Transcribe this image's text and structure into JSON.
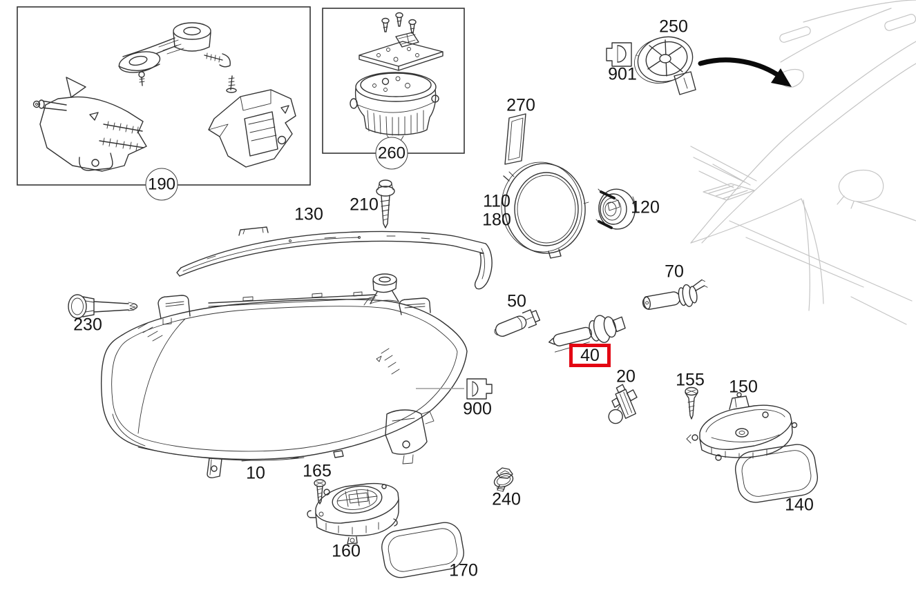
{
  "colors": {
    "background": "#ffffff",
    "line": "#333333",
    "car_line": "#c4c4c4",
    "arrow": "#0a0a0a",
    "label_text": "#141414",
    "highlight": "#e30613"
  },
  "highlighted_part": "40",
  "callouts": [
    {
      "id": "190",
      "label": "190",
      "style": "circled"
    },
    {
      "id": "260",
      "label": "260",
      "style": "circled"
    },
    {
      "id": "250",
      "label": "250",
      "style": "plain"
    },
    {
      "id": "901",
      "label": "901",
      "style": "plain"
    },
    {
      "id": "270",
      "label": "270",
      "style": "plain"
    },
    {
      "id": "110",
      "label": "110",
      "style": "plain"
    },
    {
      "id": "180",
      "label": "180",
      "style": "plain"
    },
    {
      "id": "120",
      "label": "120",
      "style": "plain"
    },
    {
      "id": "130",
      "label": "130",
      "style": "plain"
    },
    {
      "id": "210",
      "label": "210",
      "style": "plain"
    },
    {
      "id": "230",
      "label": "230",
      "style": "plain"
    },
    {
      "id": "70",
      "label": "70",
      "style": "plain"
    },
    {
      "id": "50",
      "label": "50",
      "style": "plain"
    },
    {
      "id": "40",
      "label": "40",
      "style": "highlighted"
    },
    {
      "id": "20",
      "label": "20",
      "style": "plain"
    },
    {
      "id": "155",
      "label": "155",
      "style": "plain"
    },
    {
      "id": "150",
      "label": "150",
      "style": "plain"
    },
    {
      "id": "900",
      "label": "900",
      "style": "plain"
    },
    {
      "id": "10",
      "label": "10",
      "style": "plain"
    },
    {
      "id": "165",
      "label": "165",
      "style": "plain"
    },
    {
      "id": "240",
      "label": "240",
      "style": "plain"
    },
    {
      "id": "160",
      "label": "160",
      "style": "plain"
    },
    {
      "id": "170",
      "label": "170",
      "style": "plain"
    },
    {
      "id": "140",
      "label": "140",
      "style": "plain"
    }
  ]
}
